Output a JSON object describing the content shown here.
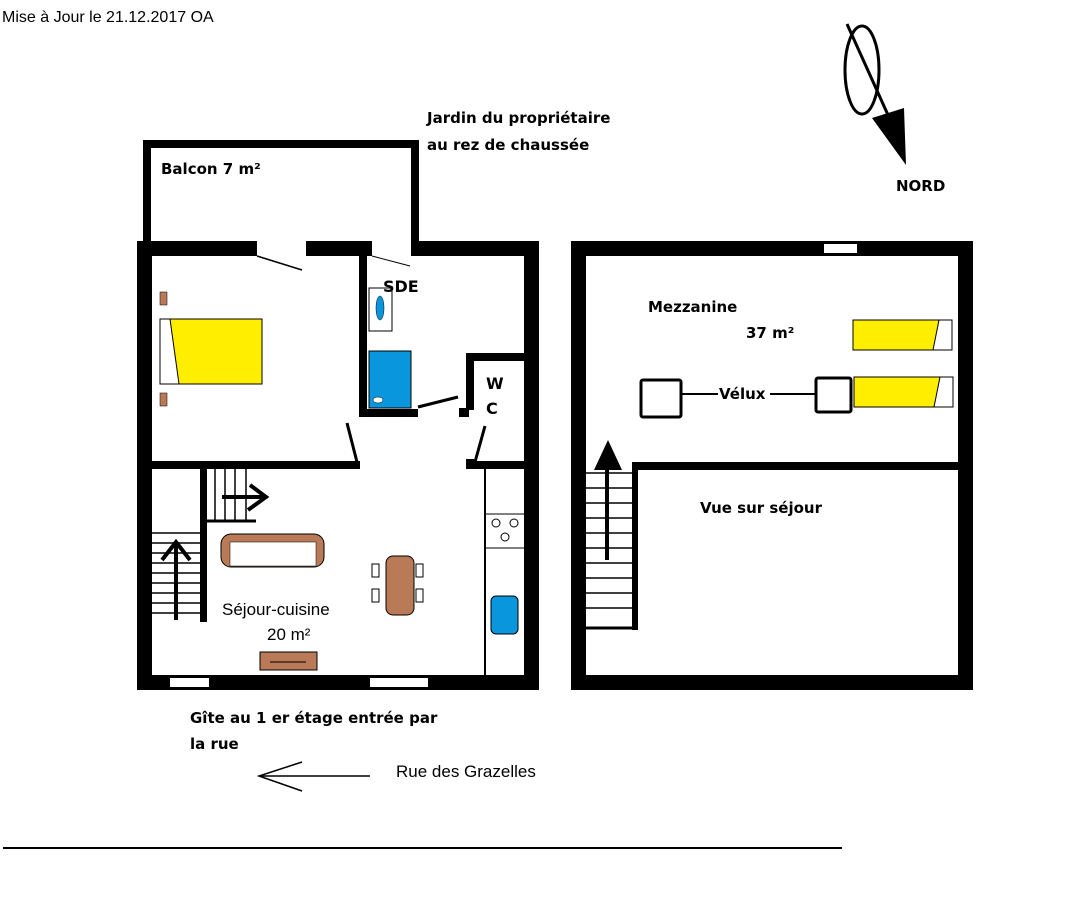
{
  "header": {
    "update_note": "Mise à Jour le 21.12.2017 OA"
  },
  "labels": {
    "garden_line1": "Jardin du propriétaire",
    "garden_line2": "au rez de chaussée",
    "north": "NORD",
    "balcony": "Balcon 7 m²",
    "sde": "SDE",
    "wc_w": "W",
    "wc_c": "C",
    "living_name": "Séjour-cuisine",
    "living_area": "20 m²",
    "mezzanine_name": "Mezzanine",
    "mezzanine_area": "37 m²",
    "velux": "Vélux",
    "view": "Vue sur séjour",
    "entry_line1": "Gîte au 1 er étage entrée par",
    "entry_line2": "la rue",
    "street": "Rue des Grazelles"
  },
  "colors": {
    "wall": "#000000",
    "bed": "#ffee00",
    "wood": "#b97a57",
    "water": "#0a96dc"
  }
}
